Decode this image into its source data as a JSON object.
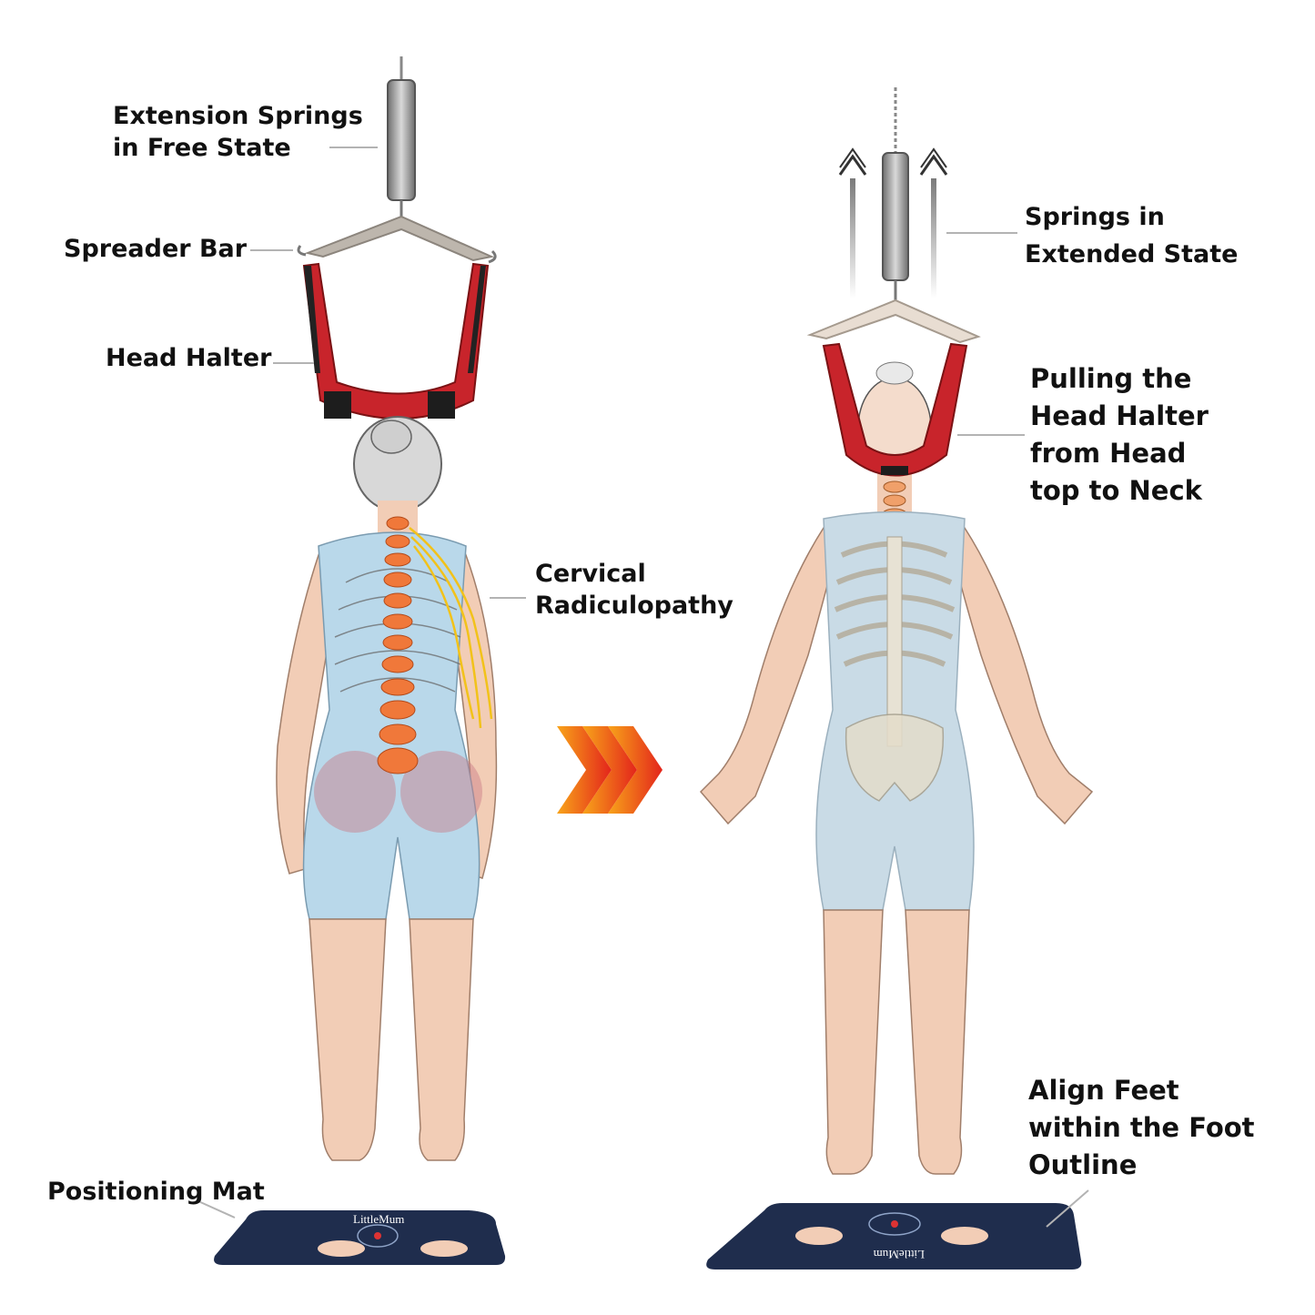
{
  "labels": {
    "extension_springs": "Extension Springs\nin Free State",
    "spreader_bar": "Spreader Bar",
    "head_halter": "Head Halter",
    "cervical_radiculopathy": "Cervical\nRadiculopathy",
    "positioning_mat": "Positioning Mat",
    "springs_extended": "Springs in\nExtended State",
    "pulling_halter": "Pulling the\nHead Halter\nfrom Head\ntop to Neck",
    "align_feet": "Align Feet\nwithin the Foot\nOutline"
  },
  "mat_brand": "LittleMum",
  "colors": {
    "halter_red": "#c8242b",
    "skin": "#f2cdb6",
    "suit": "#b9d8ea",
    "spine_orange": "#f0783a",
    "nerve_yellow": "#f2c21a",
    "mat_navy": "#1f2d4d",
    "arrow_start": "#f8a41a",
    "arrow_end": "#e3241b"
  },
  "icons": [
    "spring-icon",
    "spreader-bar-icon",
    "head-halter-icon",
    "progress-chevrons-icon",
    "up-arrow-icon",
    "foot-mat-icon"
  ]
}
